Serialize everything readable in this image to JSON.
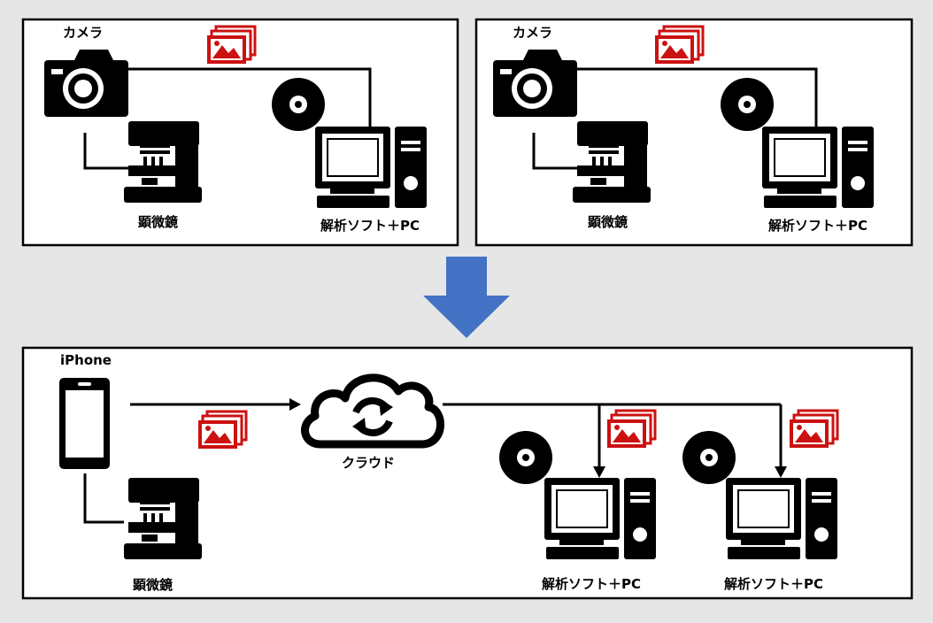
{
  "before": {
    "left": {
      "camera_label": "カメラ",
      "microscope_label": "顕微鏡",
      "pc_label": "解析ソフト＋PC"
    },
    "right": {
      "camera_label": "カメラ",
      "microscope_label": "顕微鏡",
      "pc_label": "解析ソフト＋PC"
    }
  },
  "after": {
    "phone_label": "iPhone",
    "microscope_label": "顕微鏡",
    "cloud_label": "クラウド",
    "pc1_label": "解析ソフト＋PC",
    "pc2_label": "解析ソフト＋PC"
  },
  "colors": {
    "image_icon": "#cc1111",
    "arrow": "#4472c4",
    "frame": "#000000"
  },
  "icons": [
    "camera-icon",
    "microscope-icon",
    "disc-icon",
    "desktop-pc-icon",
    "image-stack-icon",
    "smartphone-icon",
    "cloud-sync-icon",
    "down-arrow-icon"
  ]
}
